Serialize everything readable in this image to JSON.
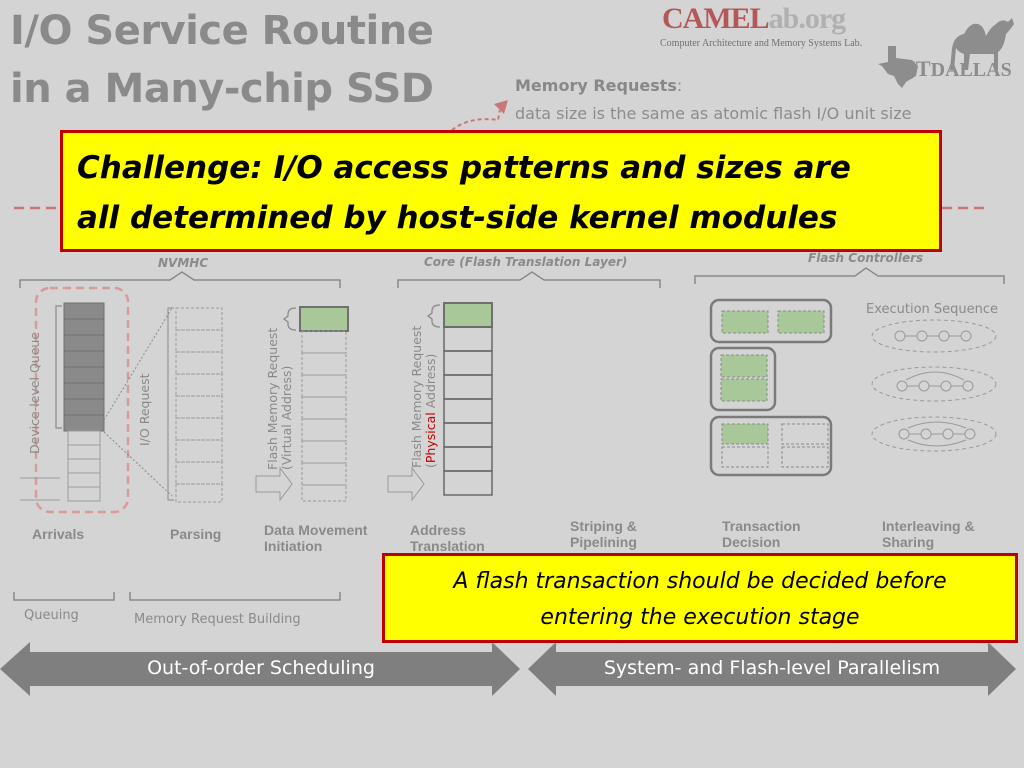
{
  "title": {
    "line1": "I/O Service Routine",
    "line2": "in a Many-chip SSD"
  },
  "logo": {
    "camel_a": "CAMEL",
    "camel_b": "ab.org",
    "lab_name": "Computer Architecture and Memory Systems Lab.",
    "ut": "UT",
    "dallas": "DALLAS"
  },
  "memory_requests": {
    "heading": "Memory Requests",
    "colon": ":",
    "description": "data size is the same as atomic flash I/O unit size"
  },
  "challenge": {
    "line1": "Challenge: I/O access patterns and sizes are",
    "line2": "all determined by host-side kernel modules"
  },
  "sections": {
    "nvmhc": "NVMHC",
    "core": "Core (Flash Translation Layer)",
    "flash_controllers": "Flash Controllers",
    "execution_sequence": "Execution Sequence"
  },
  "vertical_labels": {
    "device_queue": "Device-level Queue",
    "io_request": "I/O Request",
    "flash_virtual_line1": "Flash Memory Request",
    "flash_virtual_line2": "(Virtual Address)",
    "flash_physical_line1": "Flash Memory Request",
    "flash_physical_open": "(",
    "flash_physical_word": "Physical",
    "flash_physical_close": " Address)"
  },
  "stages": {
    "arrivals": "Arrivals",
    "parsing": "Parsing",
    "data_movement_1": "Data Movement",
    "data_movement_2": "Initiation",
    "address_1": "Address",
    "address_2": "Translation",
    "striping_1": "Striping &",
    "striping_2": "Pipelining",
    "transaction_1": "Transaction",
    "transaction_2": "Decision",
    "interleaving_1": "Interleaving &",
    "interleaving_2": "Sharing"
  },
  "groups": {
    "queuing": "Queuing",
    "memory_request_building": "Memory Request Building"
  },
  "decision_callout": {
    "line1": "A flash transaction should be decided before",
    "line2": "entering the execution stage"
  },
  "arrows": {
    "left": "Out-of-order Scheduling",
    "right": "System- and Flash-level Parallelism"
  },
  "colors": {
    "background": "#d4d4d4",
    "callout_fill": "#ffff00",
    "callout_border": "#c00000",
    "arrow_fill": "#7f7f7f",
    "queue_highlight": "#d89a9a",
    "flash_cell": "#a9c89a",
    "physical_text": "#c00000"
  }
}
